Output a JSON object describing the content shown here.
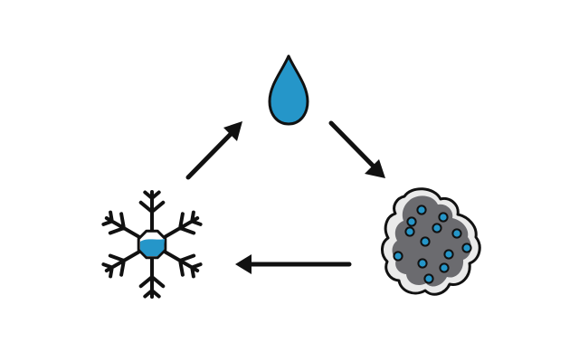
{
  "diagram": {
    "type": "cycle",
    "nodes": [
      {
        "id": "water-drop",
        "icon": "water-drop-icon"
      },
      {
        "id": "rock",
        "icon": "porous-rock-icon"
      },
      {
        "id": "snowflake",
        "icon": "snowflake-icon"
      }
    ],
    "edges": [
      {
        "from": "water-drop",
        "to": "rock"
      },
      {
        "from": "rock",
        "to": "snowflake"
      },
      {
        "from": "snowflake",
        "to": "water-drop"
      }
    ]
  },
  "colors": {
    "outline": "#111111",
    "water": "#2596c9",
    "water_highlight": "#6cc6ec",
    "rock": "#6b6b6f",
    "rock_rim": "#eaeaea",
    "background": "#ffffff"
  }
}
